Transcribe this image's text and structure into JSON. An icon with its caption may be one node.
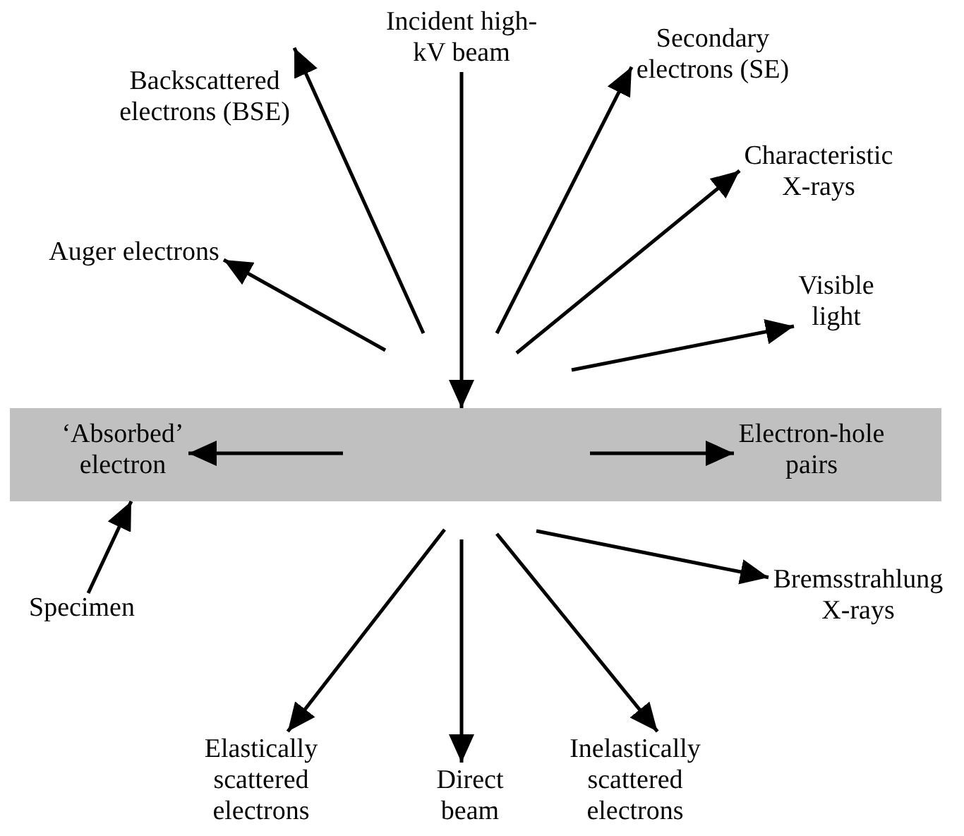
{
  "diagram": {
    "nodes": [
      {
        "text": [],
        "shape": "bar"
      },
      {
        "text": [
          "Incident high-kV beam"
        ]
      },
      {
        "text": [
          "Secondary electrons (SE)"
        ]
      },
      {
        "text": [
          "Characteristic X-rays"
        ]
      },
      {
        "text": [
          "Visible light"
        ]
      },
      {
        "text": [
          "Backscattered electrons (BSE)"
        ]
      },
      {
        "text": [
          "Auger electrons"
        ]
      },
      {
        "text": [
          "‘Absorbed’ electron"
        ],
        "in": 0
      },
      {
        "text": [
          "Electron-hole pairs"
        ],
        "in": 0
      },
      {
        "text": [
          "Specimen"
        ]
      },
      {
        "text": [
          "Bremsstrahlung X-rays"
        ]
      },
      {
        "text": [
          "Elastically scattered electrons"
        ]
      },
      {
        "text": [
          "Direct beam"
        ]
      },
      {
        "text": [
          "Inelastically scattered electrons"
        ]
      }
    ],
    "edges": [
      {
        "from": 1,
        "to": 0,
        "arrow": "to"
      },
      {
        "from": null,
        "to": 2,
        "arrow": "to"
      },
      {
        "from": null,
        "to": 3,
        "arrow": "to"
      },
      {
        "from": null,
        "to": 4,
        "arrow": "to"
      },
      {
        "from": null,
        "to": 5,
        "arrow": "to"
      },
      {
        "from": null,
        "to": 6,
        "arrow": "to"
      },
      {
        "from": null,
        "to": 7,
        "arrow": "to"
      },
      {
        "from": null,
        "to": 8,
        "arrow": "to"
      },
      {
        "from": 9,
        "to": 0,
        "arrow": "to"
      },
      {
        "from": null,
        "to": 10,
        "arrow": "to"
      },
      {
        "from": null,
        "to": 11,
        "arrow": "to"
      },
      {
        "from": null,
        "to": 12,
        "arrow": "to"
      },
      {
        "from": null,
        "to": 13,
        "arrow": "to"
      }
    ]
  }
}
